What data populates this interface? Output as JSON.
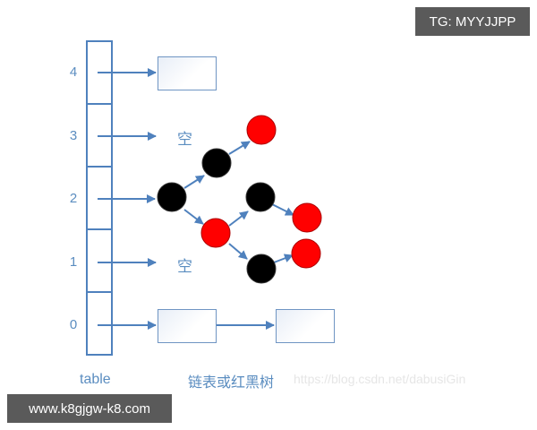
{
  "badges": {
    "top_right": "TG: MYYJJPP",
    "bottom_left": "www.k8gjgw-k8.com"
  },
  "table": {
    "label": "table",
    "indices": [
      "4",
      "3",
      "2",
      "1",
      "0"
    ]
  },
  "buckets": {
    "3": {
      "content": "空"
    },
    "1": {
      "content": "空"
    }
  },
  "caption": "链表或红黑树",
  "watermark": "https://blog.csdn.net/dabusiGin",
  "colors": {
    "line": "#4f81bd",
    "text": "#5b8dc0",
    "black_node": "#000000",
    "red_node": "#ff0000",
    "badge_bg": "#5a5a5a"
  },
  "tree": {
    "nodes": [
      {
        "id": "root",
        "color": "black"
      },
      {
        "id": "l1-up",
        "color": "black"
      },
      {
        "id": "l2-top",
        "color": "red"
      },
      {
        "id": "l1-down",
        "color": "red"
      },
      {
        "id": "l2-mid",
        "color": "black"
      },
      {
        "id": "l3-mid",
        "color": "red"
      },
      {
        "id": "l2-bottom",
        "color": "black"
      },
      {
        "id": "l3-bottom",
        "color": "red"
      }
    ]
  }
}
